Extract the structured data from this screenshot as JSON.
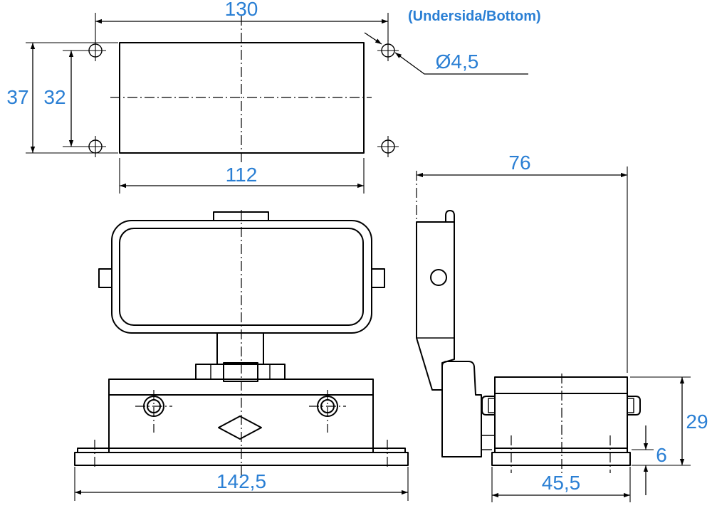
{
  "colors": {
    "dimension_text": "#2a7fd4",
    "line": "#000000",
    "background": "#ffffff"
  },
  "note": {
    "underside_label": "(Undersida/Bottom)"
  },
  "dimensions": {
    "hole_spacing_width": "130",
    "hole_diameter": "Ø4,5",
    "overall_height_top": "37",
    "hole_spacing_height": "32",
    "cutout_width": "112",
    "side_depth": "76",
    "base_width_front": "142,5",
    "side_base_width": "45,5",
    "side_height": "29",
    "flange_thickness": "6"
  }
}
